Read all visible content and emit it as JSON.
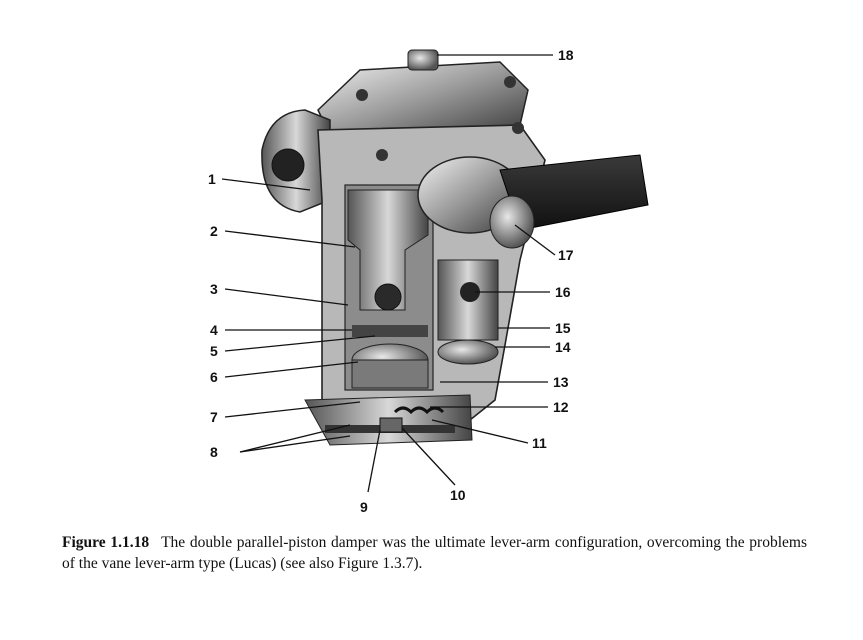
{
  "figure": {
    "label": "Figure 1.1.18",
    "caption": "The double parallel-piston damper was the ultimate lever-arm configuration, overcoming the problems of the vane lever-arm type (Lucas) (see also Figure 1.3.7).",
    "callouts": {
      "c1": "1",
      "c2": "2",
      "c3": "3",
      "c4": "4",
      "c5": "5",
      "c6": "6",
      "c7": "7",
      "c8": "8",
      "c9": "9",
      "c10": "10",
      "c11": "11",
      "c12": "12",
      "c13": "13",
      "c14": "14",
      "c15": "15",
      "c16": "16",
      "c17": "17",
      "c18": "18"
    }
  }
}
